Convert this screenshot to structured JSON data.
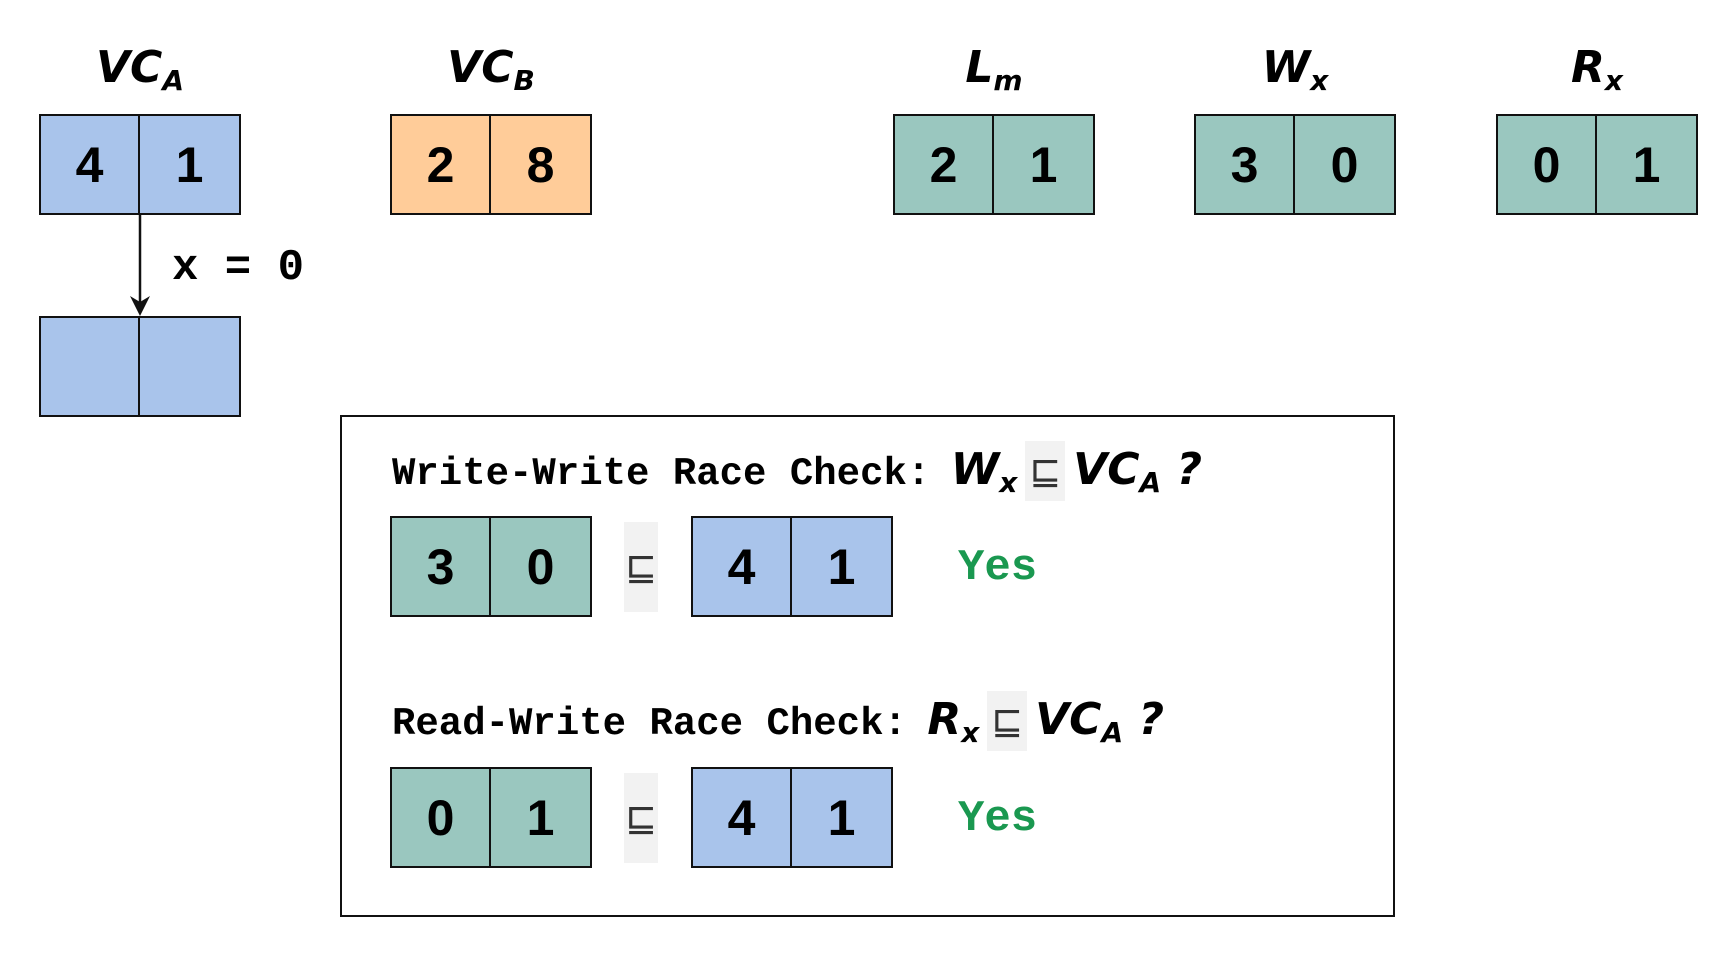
{
  "labels": {
    "vc_a": {
      "base": "VC",
      "sub": "A"
    },
    "vc_b": {
      "base": "VC",
      "sub": "B"
    },
    "l_m": {
      "base": "L",
      "sub": "m"
    },
    "w_x": {
      "base": "W",
      "sub": "x"
    },
    "r_x": {
      "base": "R",
      "sub": "x"
    }
  },
  "clocks": {
    "vc_a": [
      "4",
      "1"
    ],
    "vc_b": [
      "2",
      "8"
    ],
    "l_m": [
      "2",
      "1"
    ],
    "w_x": [
      "3",
      "0"
    ],
    "r_x": [
      "0",
      "1"
    ],
    "vc_a_new": [
      "",
      ""
    ]
  },
  "operation": "x = 0",
  "colors": {
    "blue": "#a9c4eb",
    "orange": "#ffcc99",
    "teal": "#9ac7bf",
    "yes": "#1a9850"
  },
  "checks": [
    {
      "title": "Write-Write Race Check:",
      "lhs": {
        "base": "W",
        "sub": "x"
      },
      "relation": "⊑",
      "rhs": {
        "base": "VC",
        "sub": "A"
      },
      "question": "?",
      "left_values": [
        "3",
        "0"
      ],
      "right_values": [
        "4",
        "1"
      ],
      "result": "Yes"
    },
    {
      "title": "Read-Write Race Check:",
      "lhs": {
        "base": "R",
        "sub": "x"
      },
      "relation": "⊑",
      "rhs": {
        "base": "VC",
        "sub": "A"
      },
      "question": "?",
      "left_values": [
        "0",
        "1"
      ],
      "right_values": [
        "4",
        "1"
      ],
      "result": "Yes"
    }
  ]
}
